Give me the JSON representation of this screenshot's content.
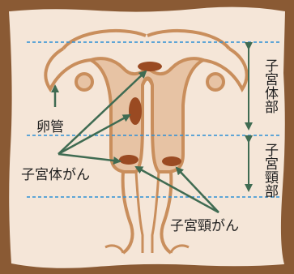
{
  "labels": {
    "oviduct": "卵管",
    "uterine_body_cancer": "子宮体がん",
    "cervical_cancer": "子宮頸がん",
    "uterine_body_region": "子宮体部",
    "cervix_region": "子宮頸部"
  },
  "colors": {
    "border": "#8a5a34",
    "background": "#f5e6d8",
    "organ_fill": "#e7c3a4",
    "organ_outline": "#c98e5c",
    "tumor": "#9a4a22",
    "arrow": "#3f6b52",
    "guide_line": "#2d8fd6"
  }
}
